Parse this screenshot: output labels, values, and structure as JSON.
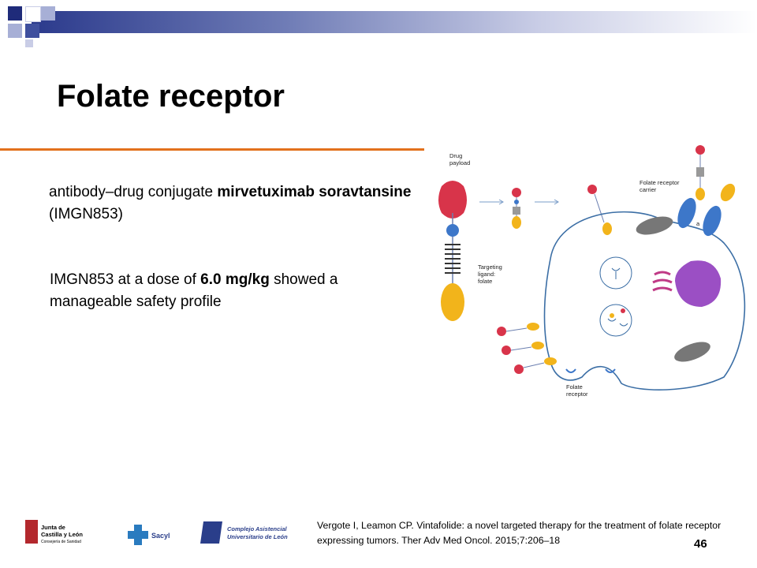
{
  "slide": {
    "title": "Folate receptor",
    "paragraph1": {
      "before": "antibody–drug conjugate ",
      "bold": "mirvetuximab soravtansine",
      "after": " (IMGN853)"
    },
    "paragraph2": {
      "before": "IMGN853 at a dose of ",
      "bold": "6.0 mg/kg",
      "after": " showed a manageable safety profile"
    },
    "citation": "Vergote I, Leamon CP. Vintafolide: a novel targeted therapy for the treatment of folate receptor expressing tumors. Ther Adv Med Oncol. 2015;7:206–18",
    "page_number": "46"
  },
  "diagram": {
    "labels": {
      "drug_payload_1": "Drug",
      "drug_payload_2": "payload",
      "targeting_1": "Targeting",
      "targeting_2": "ligand:",
      "targeting_3": "folate",
      "carrier_1": "Folate receptor",
      "carrier_2": "carrier",
      "receptor_1": "Folate",
      "receptor_2": "receptor",
      "marker_a": "a"
    }
  },
  "logos": {
    "junta_line1": "Junta de",
    "junta_line2": "Castilla y León",
    "junta_line3": "Consejería de Sanidad",
    "sacyl": "Sacyl",
    "complejo_line1": "Complejo Asistencial",
    "complejo_line2": "Universitario de León"
  },
  "colors": {
    "accent_rule": "#e2711d",
    "title_bar": "#2b3a8c",
    "cell_membrane": "#3b6ea5",
    "drug": "#d8344a",
    "folate": "#f2b41b"
  }
}
